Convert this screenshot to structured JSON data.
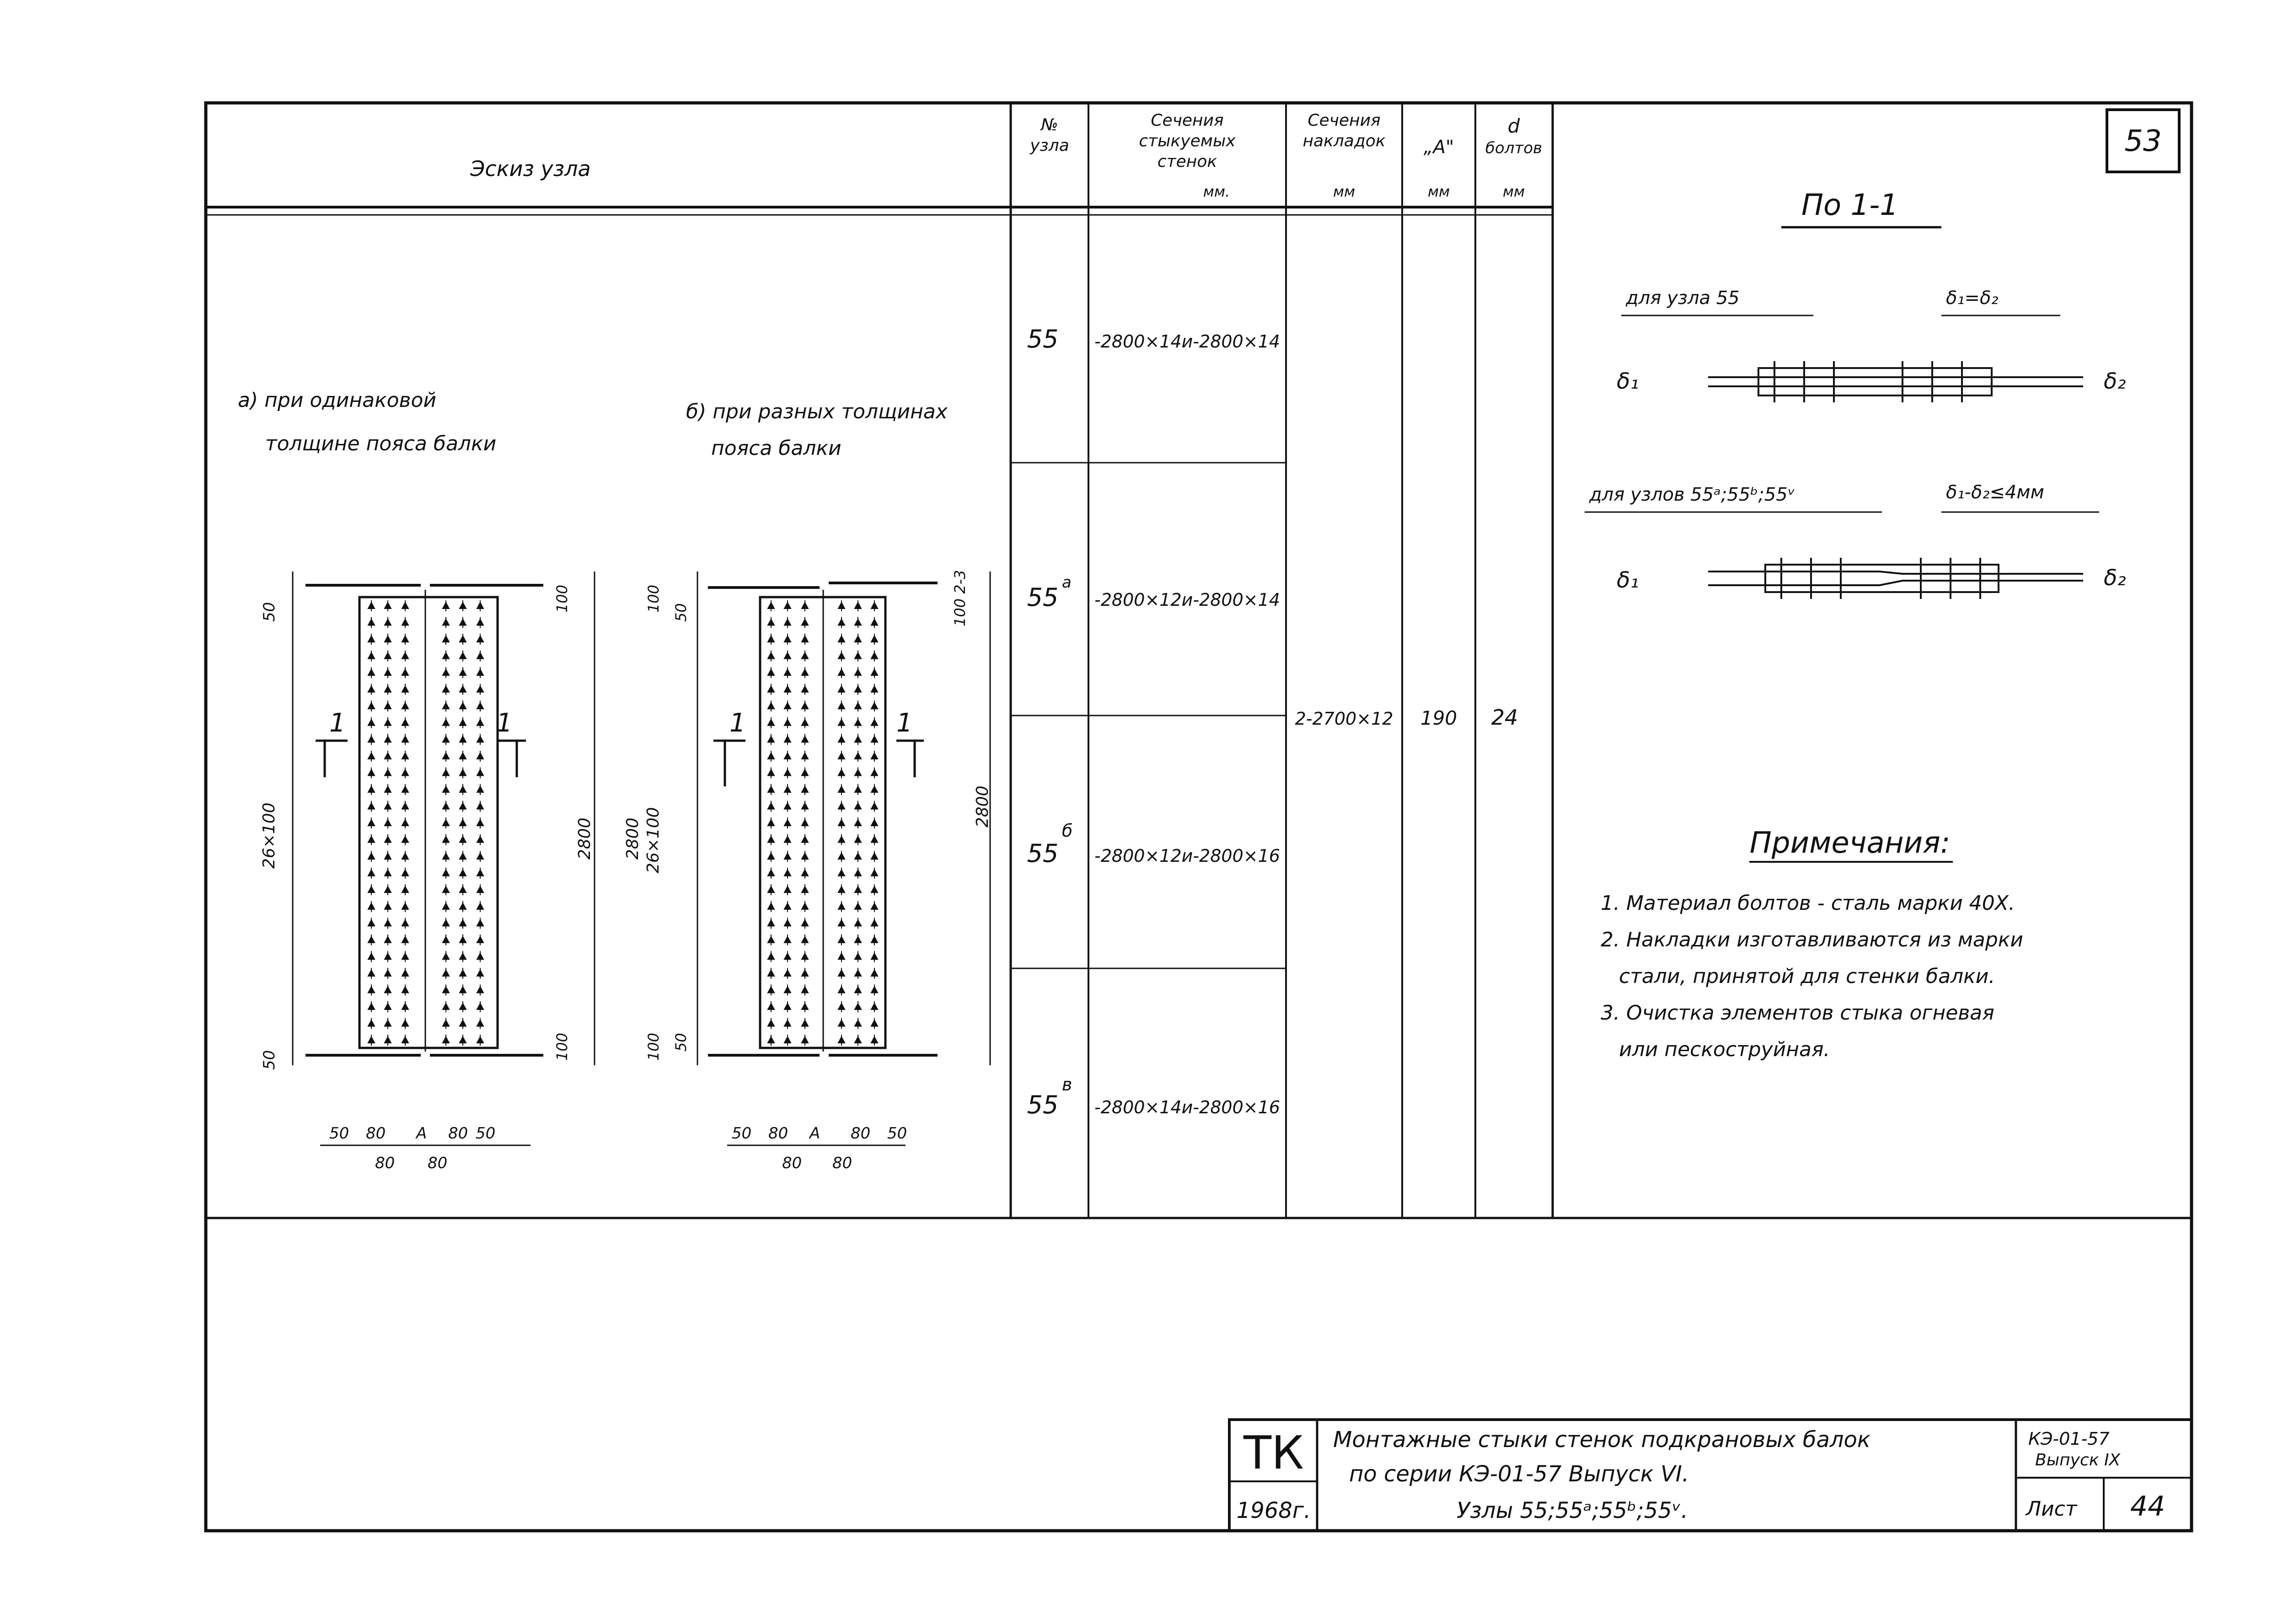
{
  "sheet_number": "53",
  "header": {
    "sketch": "Эскиз узла",
    "node_no": [
      "№",
      "узла"
    ],
    "web_sections": [
      "Сечения",
      "стыкуемых",
      "стенок",
      "мм."
    ],
    "cover_sections": [
      "Сечения",
      "накладок",
      "мм"
    ],
    "a_dim": [
      "„А\"",
      "мм"
    ],
    "bolt_d": [
      "d",
      "болтов",
      "мм"
    ]
  },
  "sketch": {
    "caption_a": [
      "а) при одинаковой",
      "толщине пояса балки"
    ],
    "caption_b": [
      "б) при разных толщинах",
      "пояса балки"
    ],
    "dims_a": {
      "top": "50",
      "bottom": "50",
      "pitch": "26×100",
      "height": "2800",
      "edge_top": "100",
      "edge_bottom": "100",
      "section": "1",
      "bottom_row": [
        "50",
        "80",
        "А",
        "80",
        "50"
      ],
      "bottom_row2": [
        "80",
        "80"
      ]
    },
    "dims_b": {
      "top_left": "100",
      "top_left2": "50",
      "bottom_left": "100",
      "bottom_left2": "50",
      "height": "2800",
      "pitch": "26×100",
      "edge_top": "100 2-3",
      "height_right": "2800",
      "section": "1",
      "bottom_row": [
        "50",
        "80",
        "А",
        "80",
        "50"
      ],
      "bottom_row2": [
        "80",
        "80"
      ]
    }
  },
  "table_rows": [
    {
      "node": "55",
      "sup": "",
      "web": "-2800×14и-2800×14"
    },
    {
      "node": "55",
      "sup": "а",
      "web": "-2800×12и-2800×14"
    },
    {
      "node": "55",
      "sup": "б",
      "web": "-2800×12и-2800×16"
    },
    {
      "node": "55",
      "sup": "в",
      "web": "-2800×14и-2800×16"
    }
  ],
  "merged": {
    "cover": "2-2700×12",
    "a": "190",
    "d": "24"
  },
  "section": {
    "title": "По 1-1",
    "case1_label": "для узла 55",
    "case1_cond": "δ₁=δ₂",
    "case2_label": "для узлов 55ᵃ;55ᵇ;55ᵛ",
    "case2_cond": "δ₁-δ₂≤4мм",
    "d1": "δ₁",
    "d2": "δ₂"
  },
  "notes": {
    "title": "Примечания:",
    "items": [
      "1. Материал болтов - сталь марки 40Х.",
      "2. Накладки изготавливаются из марки",
      "стали, принятой для стенки балки.",
      "3. Очистка элементов стыка огневая",
      "или пескоструйная."
    ]
  },
  "title_block": {
    "org": "ТК",
    "year": "1968г.",
    "title_lines": [
      "Монтажные стыки стенок подкрановых балок",
      "по серии КЭ-01-57 Выпуск VI.",
      "Узлы 55;55ᵃ;55ᵇ;55ᵛ."
    ],
    "code": "КЭ-01-57",
    "issue": "Выпуск IХ",
    "sheet_label": "Лист",
    "sheet": "44"
  }
}
